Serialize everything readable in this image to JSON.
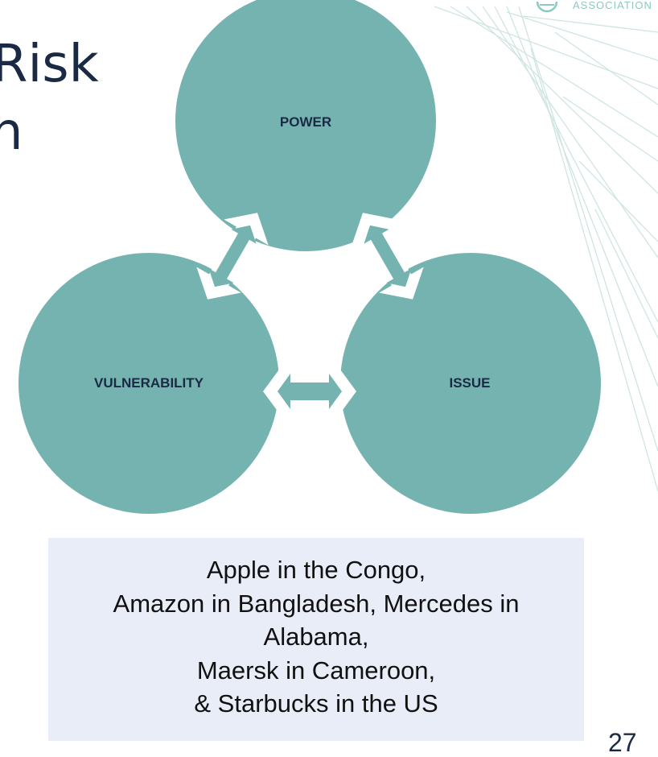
{
  "slide": {
    "title_fragments": [
      "Risk",
      "n"
    ],
    "logo_text": "ASSOCIATION",
    "page_number": "27"
  },
  "diagram": {
    "nodes": [
      {
        "id": "power",
        "label": "POWER"
      },
      {
        "id": "vulnerability",
        "label": "VULNERABILITY"
      },
      {
        "id": "issue",
        "label": "ISSUE"
      }
    ],
    "connectors": [
      {
        "from": "vulnerability",
        "to": "power",
        "type": "double-arrow"
      },
      {
        "from": "power",
        "to": "issue",
        "type": "double-arrow"
      },
      {
        "from": "vulnerability",
        "to": "issue",
        "type": "double-arrow"
      }
    ],
    "colors": {
      "node_fill": "#74b3b0",
      "arrow_fill": "#ffffff",
      "text": "#1b2a44"
    }
  },
  "caption": {
    "lines": [
      "Apple in the Congo,",
      "Amazon in Bangladesh, Mercedes in",
      "Alabama,",
      "Maersk in Cameroon,",
      "& Starbucks in the US"
    ],
    "background": "#e8edf8"
  }
}
